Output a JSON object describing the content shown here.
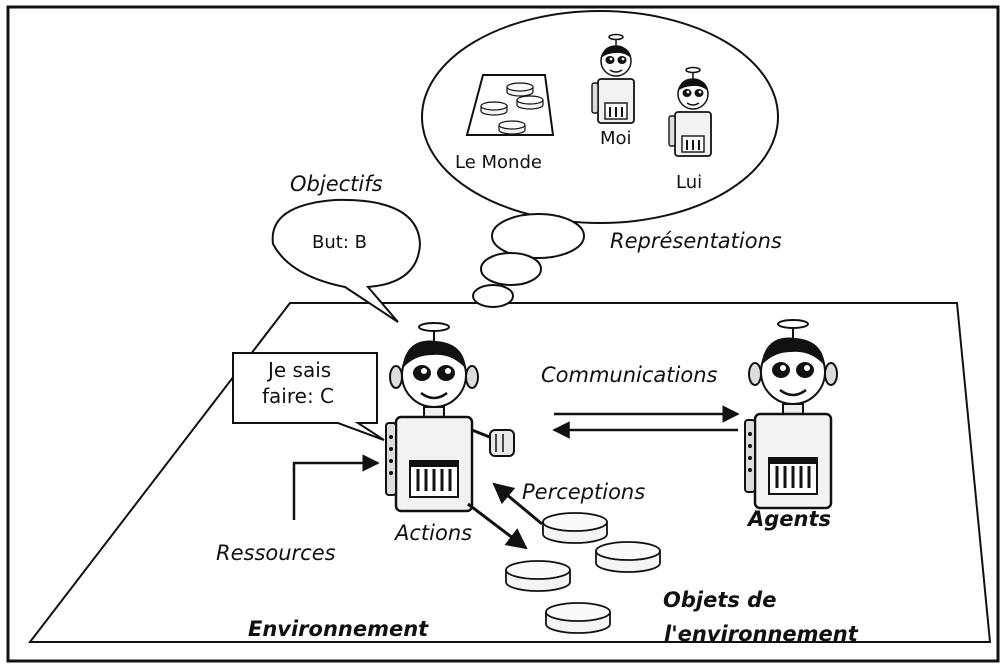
{
  "labels": {
    "objectifs": "Objectifs",
    "but": "But: B",
    "representations": "Représentations",
    "le_monde": "Le Monde",
    "moi": "Moi",
    "lui": "Lui",
    "je_sais_line1": "Je sais",
    "je_sais_line2": "faire: C",
    "communications": "Communications",
    "perceptions": "Perceptions",
    "actions": "Actions",
    "ressources": "Ressources",
    "agents": "Agents",
    "environnement": "Environnement",
    "objets_line1": "Objets de",
    "objets_line2": "l'environnement"
  }
}
